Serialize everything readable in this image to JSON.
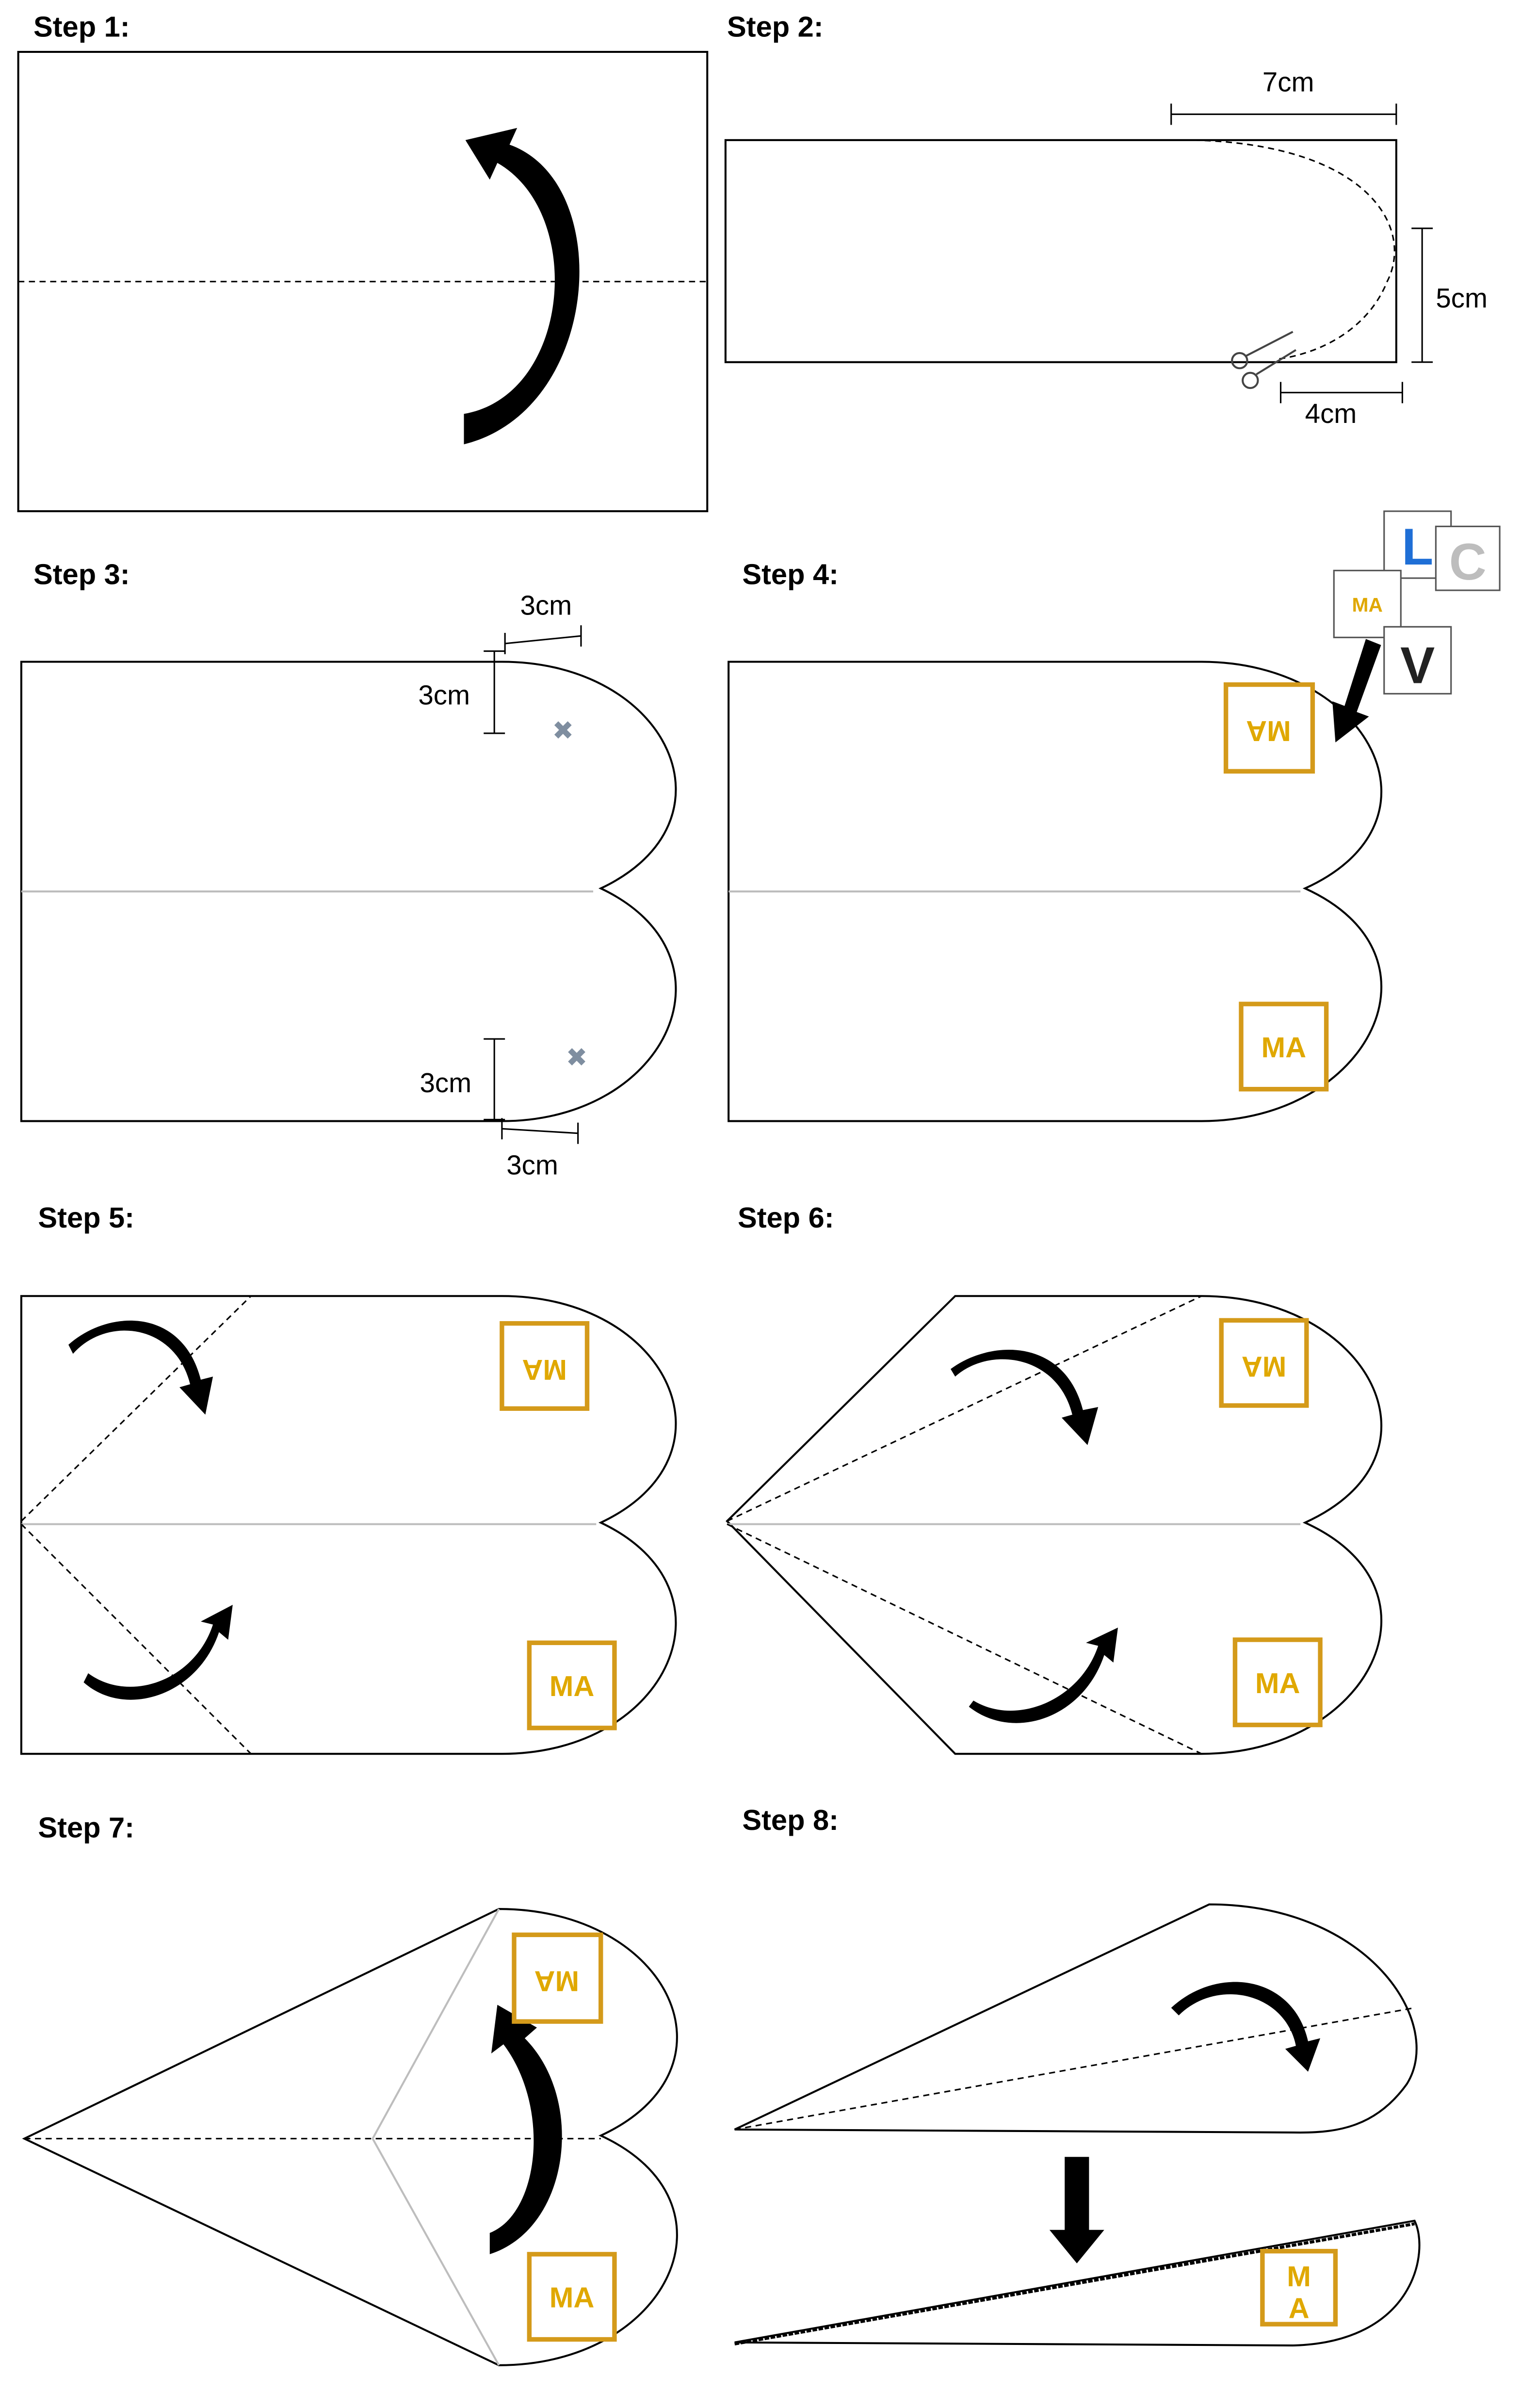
{
  "steps": [
    {
      "label": "Step 1:"
    },
    {
      "label": "Step 2:",
      "dims": [
        "7cm",
        "5cm",
        "4cm"
      ]
    },
    {
      "label": "Step 3:",
      "dims": [
        "3cm",
        "3cm",
        "3cm",
        "3cm"
      ]
    },
    {
      "label": "Step 4:",
      "stickers": [
        "L",
        "C",
        "MA",
        "V"
      ]
    },
    {
      "label": "Step 5:"
    },
    {
      "label": "Step 6:"
    },
    {
      "label": "Step 7:"
    },
    {
      "label": "Step 8:",
      "stickers": [
        "M",
        "A"
      ]
    }
  ],
  "ma_label": "MA",
  "colors": {
    "line": "#000000",
    "fold_line": "#bdbdbd",
    "sticker_gold": "#d49a1a",
    "sticker_text": "#e0a800",
    "sticker_blue": "#1f6fd6",
    "sticker_grey": "#bdbdbd",
    "x_mark": "#7f8ea0"
  },
  "icons": [
    "curved-arrow-icon",
    "scissors-icon",
    "x-mark-icon",
    "down-arrow-icon"
  ]
}
